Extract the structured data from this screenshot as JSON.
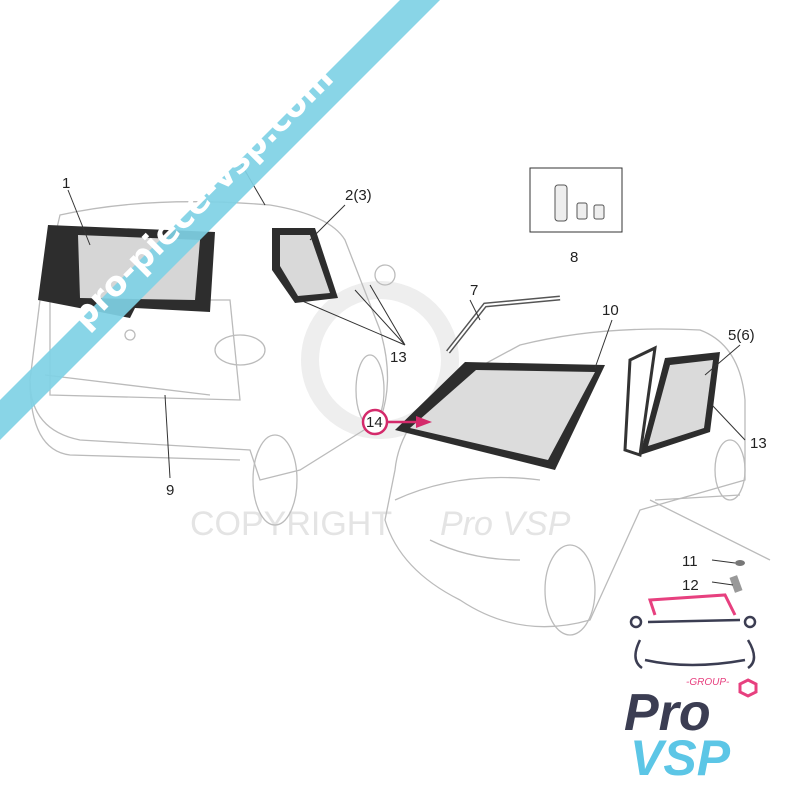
{
  "watermark": {
    "site": "pro-piece-vsp.com",
    "copyright": "COPYRIGHT",
    "brand": "Pro VSP"
  },
  "callouts": {
    "c1": "1",
    "c2": "2(3)",
    "c13a": "13",
    "c9": "9",
    "c7": "7",
    "c8": "8",
    "c10": "10",
    "c5": "5(6)",
    "c13b": "13",
    "c14": "14",
    "c11": "11",
    "c12": "12"
  },
  "logo": {
    "group": "-GROUP-",
    "pro": "Pro",
    "vsp": "VSP"
  },
  "colors": {
    "banner": "#7fd1e5",
    "highlight": "#d42a6b",
    "logo_dark": "#3b3d52",
    "logo_blue": "#5cc6e6",
    "logo_pink": "#e7407f",
    "glass_frame": "#2b2b2b"
  }
}
